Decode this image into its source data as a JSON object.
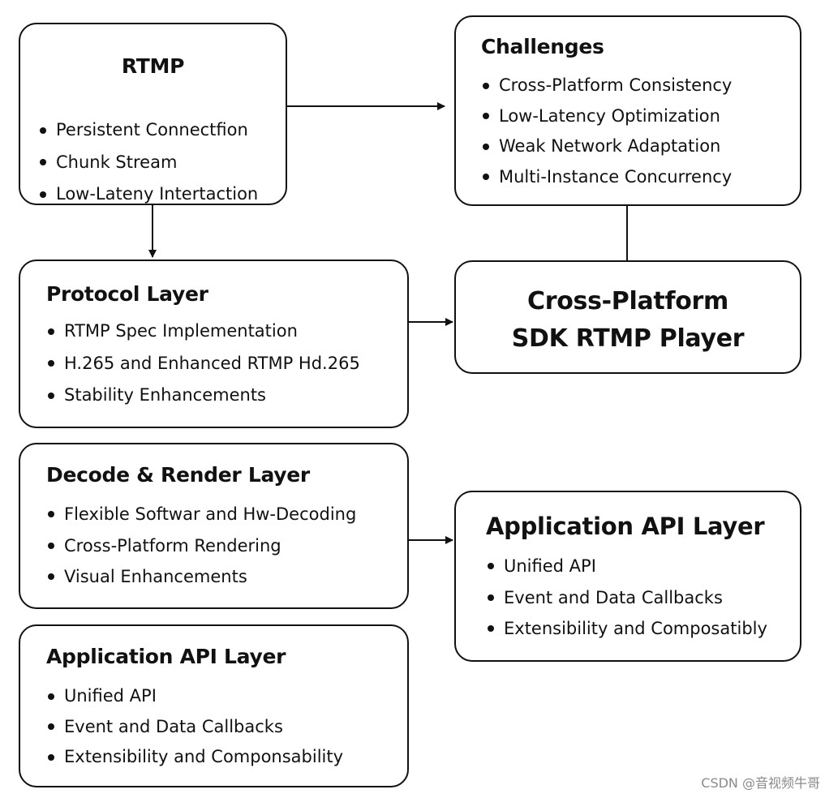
{
  "nodes": {
    "rtmp": {
      "title": "RTMP",
      "items": [
        "Persistent Connectfion",
        "Chunk Stream",
        "Low-Lateny Intertaction"
      ]
    },
    "challenges": {
      "title": "Challenges",
      "items": [
        "Cross-Platform Consistency",
        "Low-Latency Optimization",
        "Weak Network Adaptation",
        "Multi-Instance Concurrency"
      ]
    },
    "protocol": {
      "title": "Protocol Layer",
      "items": [
        "RTMP Spec Implementation",
        "H.265 and Enhanced RTMP Hd.265",
        "Stability Enhancements"
      ]
    },
    "core": {
      "title_line1": "Cross-Platform",
      "title_line2": "SDK RTMP Player"
    },
    "decode": {
      "title": "Decode & Render Layer",
      "items": [
        "Flexible Softwar and Hw-Decoding",
        "Cross-Platform Rendering",
        "Visual Enhancements"
      ]
    },
    "api_right": {
      "title": "Application API Layer",
      "items": [
        "Unified API",
        "Event and Data Callbacks",
        "Extensibility and Composatibly"
      ]
    },
    "api_left": {
      "title": "Application API Layer",
      "items": [
        "Unified API",
        "Event and Data Callbacks",
        "Extensibility and Componsability"
      ]
    }
  },
  "edges": [
    {
      "from": "rtmp",
      "to": "challenges",
      "type": "arrow"
    },
    {
      "from": "rtmp",
      "to": "protocol",
      "type": "arrow"
    },
    {
      "from": "protocol",
      "to": "core",
      "type": "arrow"
    },
    {
      "from": "challenges",
      "to": "core",
      "type": "line"
    },
    {
      "from": "decode",
      "to": "api_right",
      "type": "arrow"
    }
  ],
  "watermark": "CSDN @音视频牛哥",
  "colors": {
    "stroke": "#111111",
    "background": "#ffffff",
    "watermark": "#8a8a8a"
  }
}
